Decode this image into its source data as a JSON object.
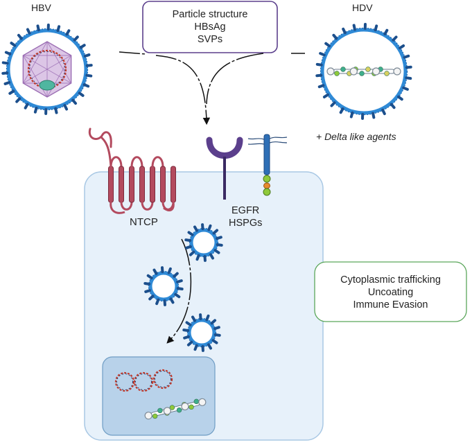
{
  "labels": {
    "hbv": "HBV",
    "hdv": "HDV",
    "delta_like": "+ Delta like agents",
    "ntcp": "NTCP",
    "egfr": "EGFR",
    "hspgs": "HSPGs"
  },
  "entry_box": {
    "lines": [
      "Particle structure",
      "HBsAg",
      "SVPs"
    ]
  },
  "process_box": {
    "lines": [
      "Cytoplasmic trafficking",
      "Uncoating",
      "Immune Evasion"
    ]
  },
  "colors": {
    "envelope": "#2f8ad6",
    "envelope_dark": "#1a5fa8",
    "spike": "#1c4f8c",
    "capsid_fill": "#dcc6e6",
    "capsid_stroke": "#9b6db3",
    "core": "#4fb6a0",
    "dna_red": "#c0392b",
    "dna_navy": "#2c3e6b",
    "ntcp": "#b34a5e",
    "egfr": "#5b3f8c",
    "hspg": "#2e6fb6",
    "cell_fill": "#e7f1fa",
    "cell_stroke": "#a9c8e4",
    "nucleus_fill": "#b8d2ea",
    "nucleus_stroke": "#6f9dc4",
    "entry_box_stroke": "#5b3f8c",
    "process_box_stroke": "#5aa65a"
  }
}
